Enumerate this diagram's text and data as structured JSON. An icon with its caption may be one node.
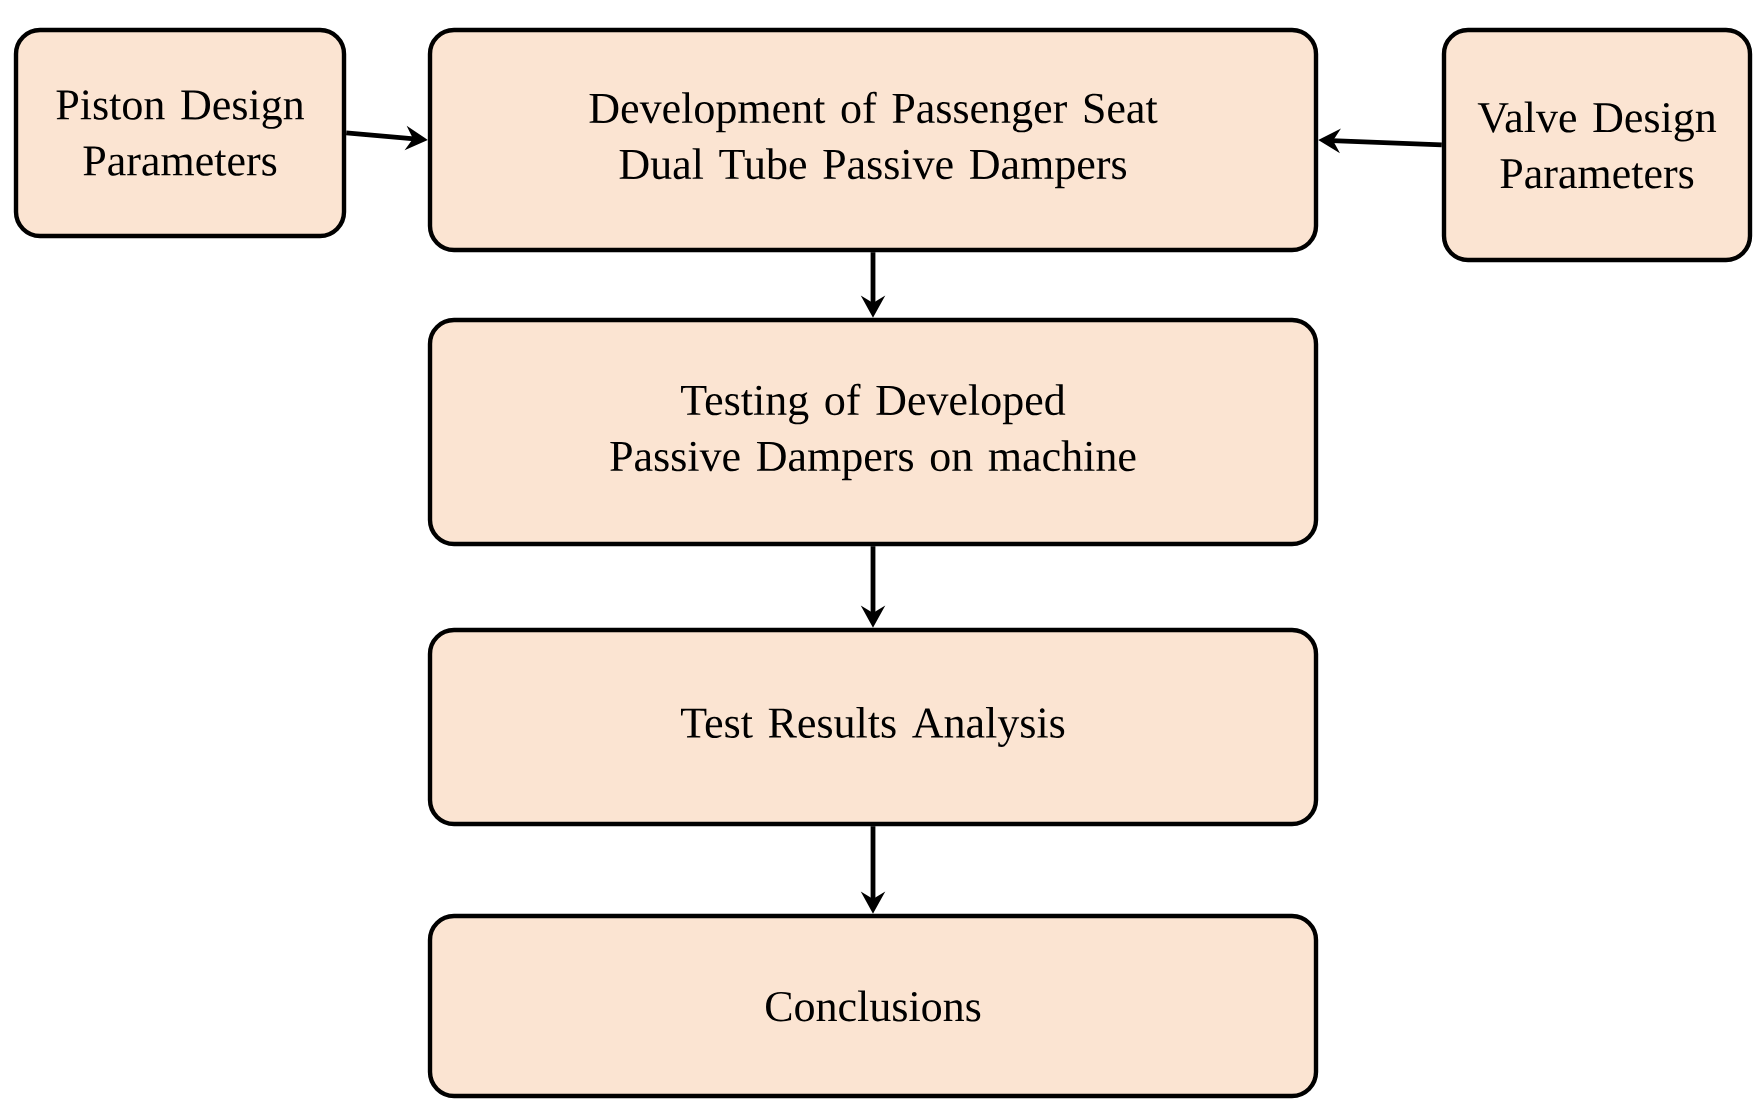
{
  "diagram": {
    "nodes": [
      {
        "text": [
          "Piston Design Parameters"
        ]
      },
      {
        "text": [
          "Development of Passenger Seat Dual Tube Passive Dampers"
        ]
      },
      {
        "text": [
          "Valve Design Parameters"
        ]
      },
      {
        "text": [
          "Testing of Developed Passive Dampers on machine"
        ]
      },
      {
        "text": [
          "Test Results Analysis"
        ]
      },
      {
        "text": [
          "Conclusions"
        ]
      }
    ],
    "edges": [
      {
        "from": 0,
        "to": 1,
        "arrow": "to"
      },
      {
        "from": 2,
        "to": 1,
        "arrow": "to"
      },
      {
        "from": 1,
        "to": 3,
        "arrow": "to"
      },
      {
        "from": 3,
        "to": 4,
        "arrow": "to"
      },
      {
        "from": 4,
        "to": 5,
        "arrow": "to"
      }
    ]
  }
}
